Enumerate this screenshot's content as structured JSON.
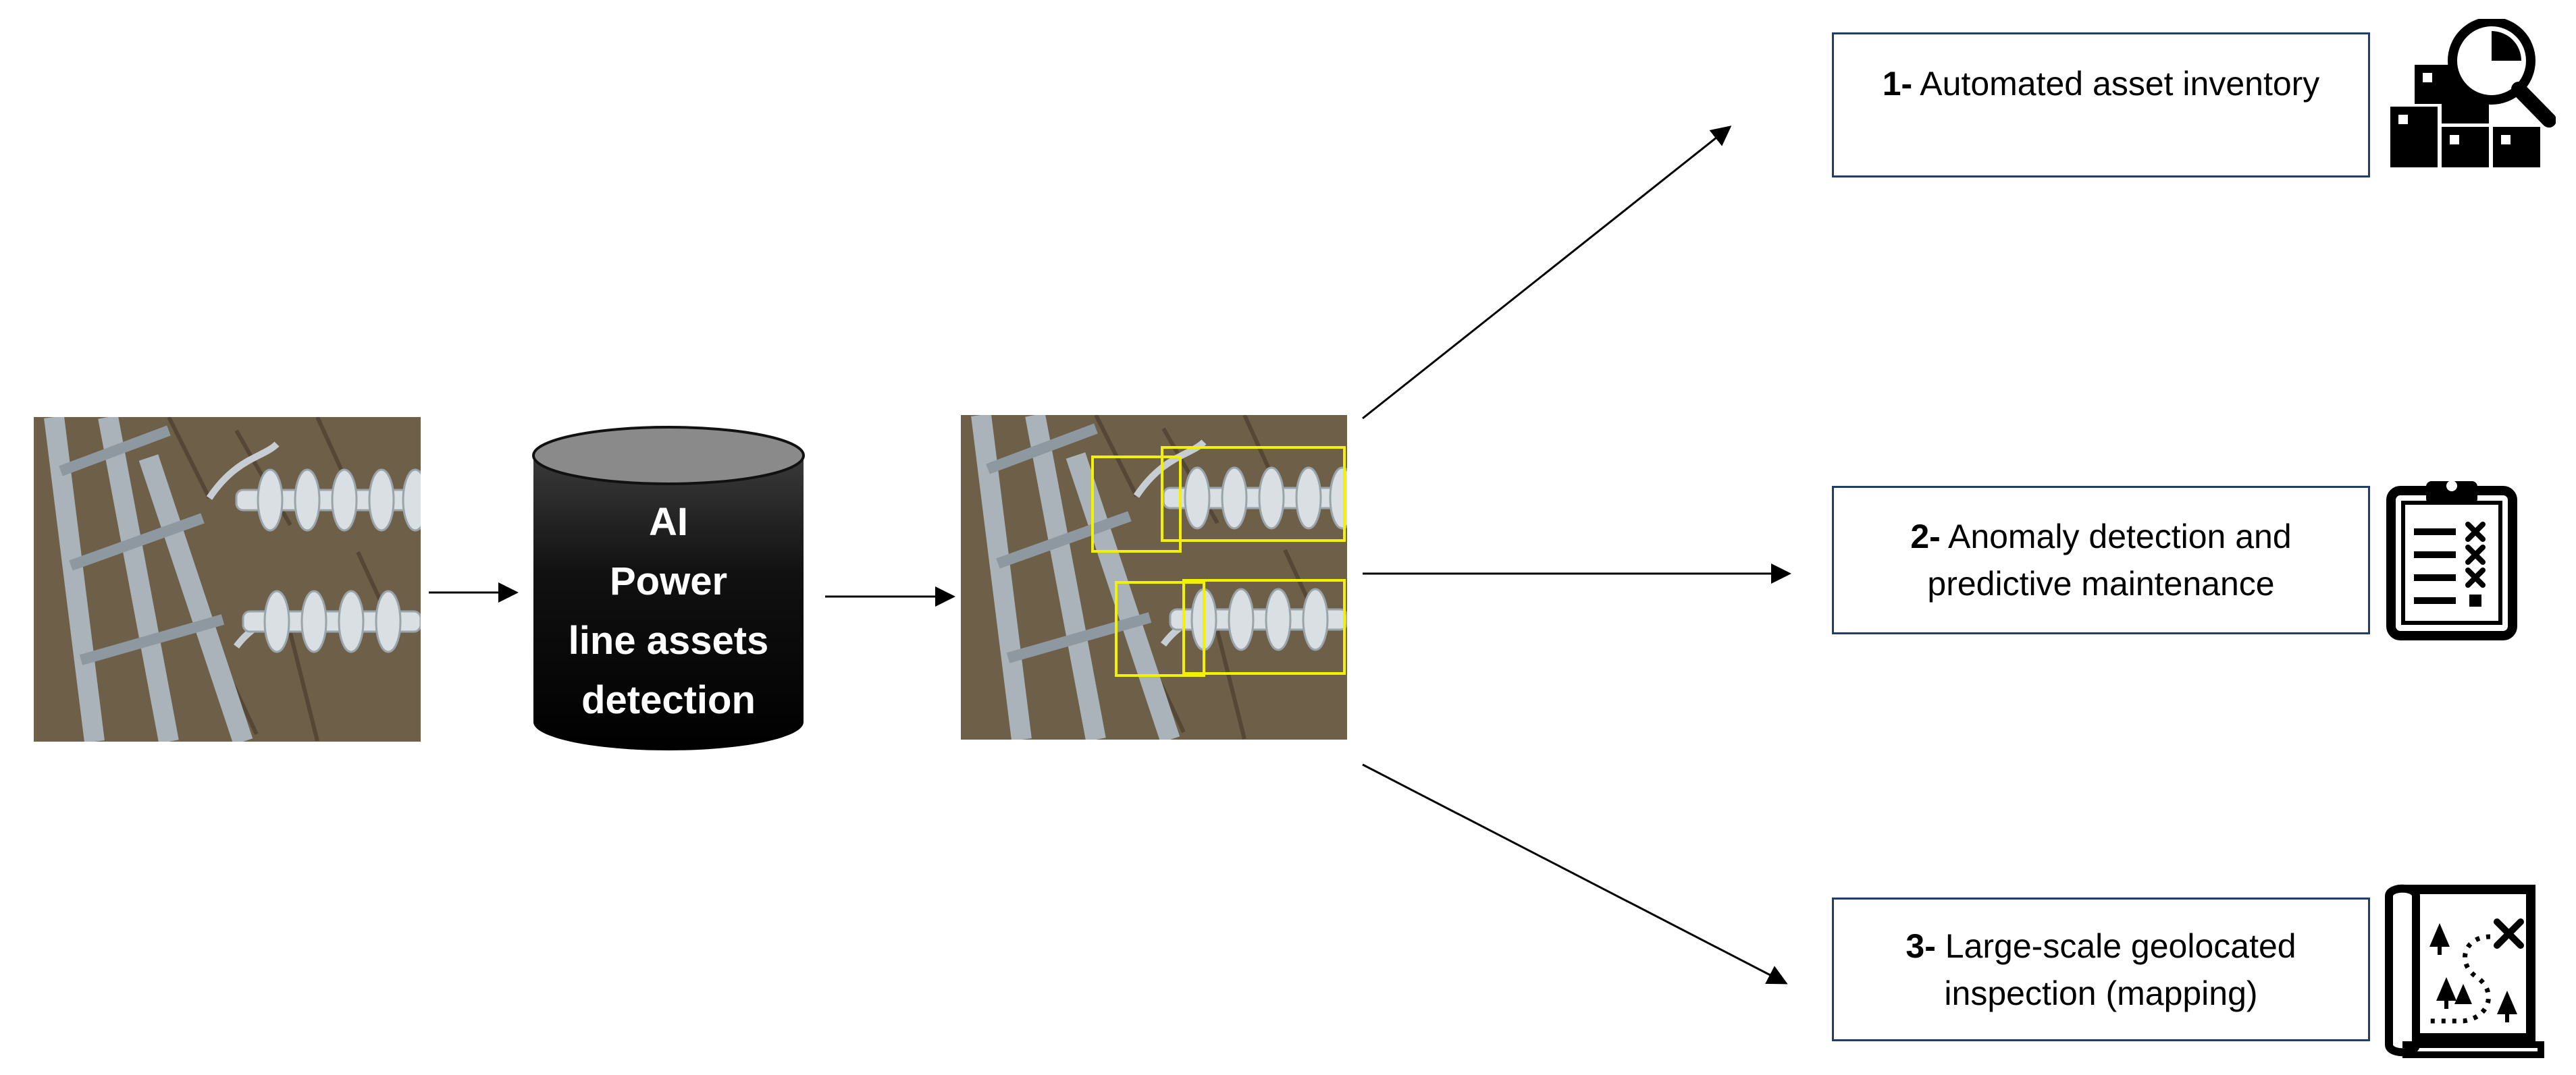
{
  "diagram": {
    "model": {
      "lines": [
        "AI",
        "Power",
        "line assets",
        "detection"
      ]
    },
    "outputs": [
      {
        "number": "1-",
        "text": "Automated asset inventory",
        "icon": "inventory-search-icon"
      },
      {
        "number": "2-",
        "text": "Anomaly detection and predictive maintenance",
        "icon": "clipboard-checklist-icon"
      },
      {
        "number": "3-",
        "text": "Large-scale geolocated inspection (mapping)",
        "icon": "treasure-map-icon"
      }
    ],
    "input_image": {
      "depicts": "power-line-tower-insulators-photo"
    },
    "output_image": {
      "depicts": "power-line-photo-with-detection-boxes",
      "detection_box_color": "#f2f200"
    }
  }
}
